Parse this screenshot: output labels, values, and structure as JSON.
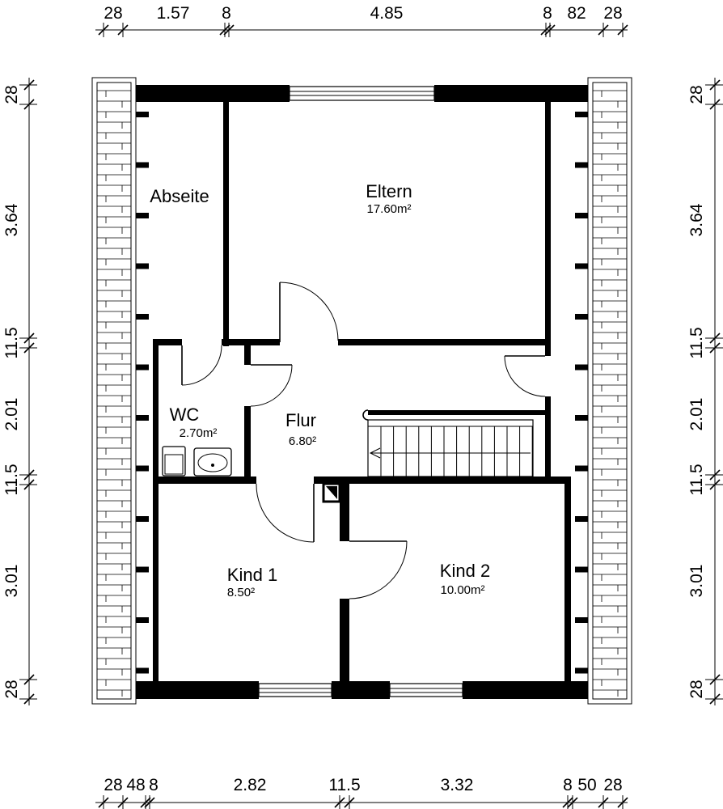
{
  "rooms": {
    "abseite": {
      "name": "Abseite"
    },
    "eltern": {
      "name": "Eltern",
      "area": "17.60m²"
    },
    "wc": {
      "name": "WC",
      "area": "2.70m²"
    },
    "flur": {
      "name": "Flur",
      "area": "6.80²"
    },
    "kind1": {
      "name": "Kind 1",
      "area": "8.50²"
    },
    "kind2": {
      "name": "Kind 2",
      "area": "10.00m²"
    }
  },
  "dimensions": {
    "top": [
      "28",
      "1.57",
      "8",
      "4.85",
      "8",
      "82",
      "28"
    ],
    "bottom": [
      "28",
      "48",
      "8",
      "2.82",
      "11.5",
      "3.32",
      "8",
      "50",
      "28"
    ],
    "left": [
      "28",
      "3.64",
      "11.5",
      "2.01",
      "11.5",
      "3.01",
      "28"
    ],
    "right": [
      "28",
      "3.64",
      "11.5",
      "2.01",
      "11.5",
      "3.01",
      "28"
    ]
  },
  "colors": {
    "wall": "#000000",
    "line": "#000000",
    "background": "#ffffff"
  }
}
